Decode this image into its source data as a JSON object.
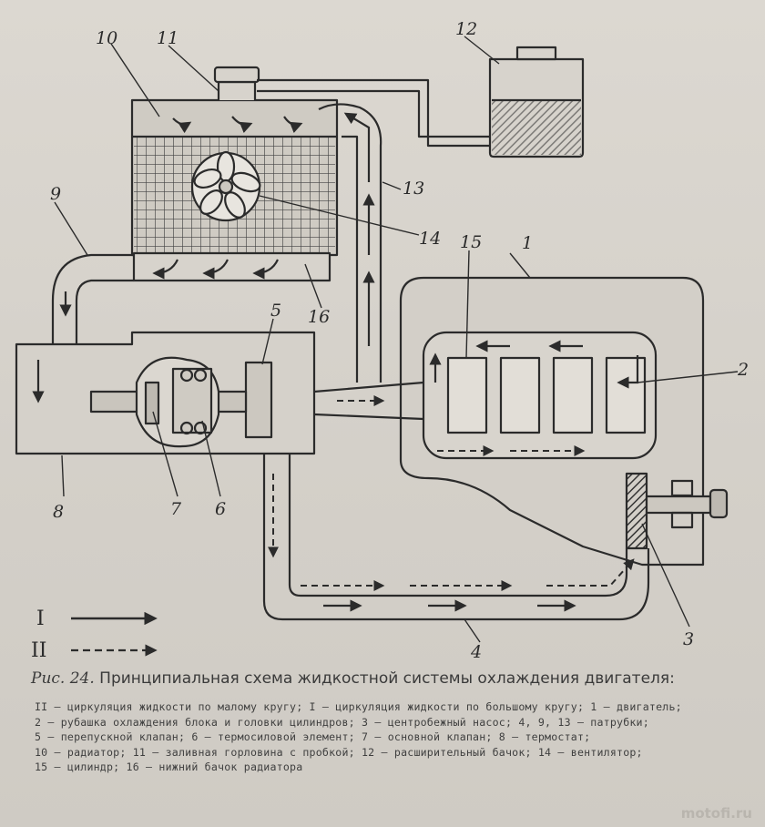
{
  "labels": {
    "l1": "1",
    "l2": "2",
    "l3": "3",
    "l4": "4",
    "l5": "5",
    "l6": "6",
    "l7": "7",
    "l8": "8",
    "l9": "9",
    "l10": "10",
    "l11": "11",
    "l12": "12",
    "l13": "13",
    "l14": "14",
    "l15": "15",
    "l16": "16"
  },
  "legend": {
    "solid_mark": "I",
    "dashed_mark": "II"
  },
  "caption": {
    "prefix": "Рис. 24.",
    "title": "Принципиальная схема жидкостной системы охлаждения двигателя:"
  },
  "notes": [
    "II — циркуляция жидкости по малому кругу; I — циркуляция жидкости по большому кругу; 1 — двигатель;",
    "2 — рубашка охлаждения блока и головки цилиндров; 3 — центробежный насос; 4, 9, 13 — патрубки;",
    "5 — перепускной клапан; 6 — термосиловой элемент; 7 — основной клапан; 8 — термостат;",
    "10 — радиатор; 11 — заливная горловина с пробкой; 12 — расширительный бачок; 14 — вентилятор;",
    "15 — цилиндр; 16 — нижний бачок радиатора"
  ],
  "watermark": "motofi.ru"
}
